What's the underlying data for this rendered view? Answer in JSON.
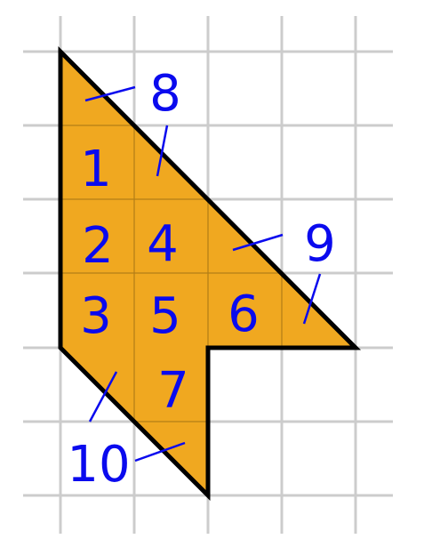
{
  "colors": {
    "background": "#ffffff",
    "grid": "#cccccc",
    "shape_fill": "#f0a820",
    "shape_outline": "#000000",
    "inner_grid": "#b07d18",
    "labels": "#0a0aee"
  },
  "labels": {
    "n1": "1",
    "n2": "2",
    "n3": "3",
    "n4": "4",
    "n5": "5",
    "n6": "6",
    "n7": "7",
    "n8": "8",
    "n9": "9",
    "n10": "10"
  }
}
